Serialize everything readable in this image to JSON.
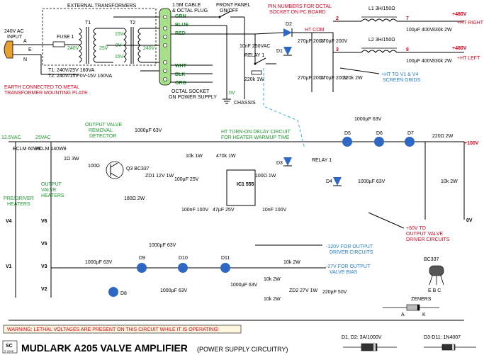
{
  "title": {
    "main": "MUDLARK A205 VALVE AMPLIFIER",
    "sub": "(POWER SUPPLY CIRCUITRY)",
    "logo_top": "SC",
    "logo_bottom": "© 2005"
  },
  "warning": "WARNING: LETHAL VOLTAGES ARE PRESENT ON THIS CIRCUIT WHILE IT IS OPERATING!",
  "labels": {
    "ext_transformers": "EXTERNAL TRANSFORMERS",
    "fuse": "FUSE 1",
    "t1": "T1",
    "t2": "T2",
    "mains_line1": "240V AC",
    "mains_line2": "INPUT",
    "mains_a": "A",
    "mains_e": "E",
    "mains_n": "N",
    "v240a": "240V",
    "v25": "25V",
    "v15a": "15V",
    "v0a": "0V",
    "v15b": "15V",
    "v240b": "240V",
    "spec1": "T1: 240V/25V 160VA",
    "spec2": "T2: 240V/15V-0V-15V 160VA",
    "earth1": "EARTH CONNECTED TO METAL",
    "earth2": "TRANSFORMER MOUNTING PLATE",
    "cable1": "1.5M CABLE",
    "cable2": "& OCTAL PLUG",
    "octal1": "OCTAL SOCKET",
    "octal2": "ON POWER SUPPLY",
    "front1": "FRONT PANEL",
    "front2": "ON/OFF",
    "pin1": "PIN NUMBERS FOR OCTAL",
    "pin2": "SOCKET ON PC BOARD",
    "grn": "GRN",
    "blue": "BLUE",
    "red": "RED",
    "wht": "WHT",
    "blk": "BLK",
    "org": "ORG",
    "ht_com": "HT COM",
    "chassis": "CHASSIS",
    "v0_chassis": "0V",
    "relay1": "RELAY 1",
    "c10nf": "10nF 250VAC",
    "r220k": "220k 1W",
    "d1": "D1",
    "d2": "D2",
    "l1": "L1 3H/150Ω",
    "l2": "L2 3H/150Ω",
    "ht_right": "+480V",
    "ht_right_sub": "+HT  RIGHT",
    "ht_left": "+480V",
    "ht_left_sub": "+HT  LEFT",
    "screen1": "+HT TO V1 & V4",
    "screen2": "SCREEN GRIDS",
    "c270a": "270µF 200V",
    "c270b": "270µF 200V",
    "c270c": "270µF 200V",
    "c270d": "270µF 200V",
    "r220k2w": "220k 2W",
    "c100_400a": "100µF 400V",
    "c100_400b": "100µF 400V",
    "r330ka": "330k 2W",
    "r330kb": "330k 2W",
    "out_valve1": "OUTPUT VALVE",
    "out_valve2": "REMOVAL",
    "out_valve3": "DETECTOR",
    "v12_5": "12.5VAC",
    "v25vac": "25VAC",
    "eclm": "ECLM 60W8",
    "pclm": "PCLM 140W8",
    "c1000_63": "1000µF 63V",
    "r1": "1Ω 3W",
    "r100": "100Ω",
    "q3": "Q3 BC337",
    "zd1": "ZD1 12V 1W",
    "c100_25": "100µF 25V",
    "r180": "180Ω 2W",
    "r10k": "10k 1W",
    "r470k": "470k 1W",
    "ic1": "IC1 555",
    "ht_delay1": "HT TURN-ON DELAY CIRCUIT",
    "ht_delay2": "FOR HEATER WARMUP TIME",
    "c100nf1": "100nF 100V",
    "c47": "47µF 25V",
    "c100nf2": "10nF 100V",
    "d3": "D3",
    "r100_1w": "100Ω 1W",
    "relay1b": "RELAY 1",
    "d4": "D4",
    "d5": "D5",
    "d6": "D6",
    "d7": "D7",
    "c1000_63b": "1000µF 63V",
    "c1000_63c": "1000µF 63V",
    "r220_2w": "220Ω 2W",
    "plus100": "+100V",
    "r10k2w": "10k 2W",
    "v0right": "0V",
    "v60a": "+60V TO",
    "v60b": "OUTPUT VALVE",
    "v60c": "DRIVER CIRCUITS",
    "pre1": "PRE/DRIVER",
    "pre2": "HEATERS",
    "outh1": "OUTPUT",
    "outh2": "VALVE",
    "outh3": "HEATERS",
    "v4": "V4",
    "v1": "V1",
    "v6": "V6",
    "v5": "V5",
    "v3": "V3",
    "v2": "V2",
    "d8": "D8",
    "d9": "D9",
    "d10": "D10",
    "d11": "D11",
    "c1000_63d": "1000µF 63V",
    "c1000_63e": "1000µF 63V",
    "c1000_63f": "1000µF 63V",
    "c1000_63g": "1000µF 63V",
    "r10k2wb": "10k 2W",
    "r10k2wc": "10k 2W",
    "r10k2wd": "10k 2W",
    "zd2": "ZD2 27V 1W",
    "c220": "220µF 50V",
    "neg120a": "-120V FOR OUTPUT",
    "neg120b": "DRIVER CIRCUITS",
    "neg27a": "-27V FOR OUTPUT",
    "neg27b": "VALVE BIAS",
    "bc337": "BC337",
    "ebc": "E B C",
    "zeners": "ZENERS",
    "d1d2": "D1, D2: 3A/1000V",
    "d3d11": "D3-D11: 1N4007",
    "ak1": "A",
    "ak2": "K"
  },
  "colors": {
    "green_label": "#1a9a2a",
    "red_label": "#e0001a",
    "blue_label": "#1e7fd8",
    "diode_blue": "#2e67c4",
    "octal_green": "#a8e08a"
  }
}
